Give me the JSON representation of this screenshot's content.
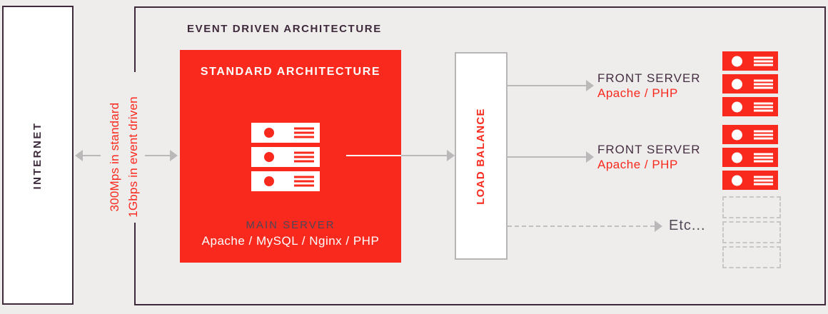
{
  "diagram": {
    "background_color": "#efedec",
    "accent_red": "#f9291d",
    "dark_purple": "#3f2a3c",
    "arrow_gray": "#bab8b8"
  },
  "internet": {
    "label": "INTERNET"
  },
  "bandwidth_note": {
    "line1": "300Mps in standard",
    "line2": "1Gbps in event driven"
  },
  "panel": {
    "title": "EVENT DRIVEN ARCHITECTURE"
  },
  "standard_architecture": {
    "title": "STANDARD ARCHITECTURE",
    "server_name": "MAIN SERVER",
    "server_stack": "Apache / MySQL / Nginx / PHP"
  },
  "load_balance": {
    "label": "LOAD BALANCE"
  },
  "front_servers": [
    {
      "name": "FRONT SERVER",
      "stack": "Apache / PHP"
    },
    {
      "name": "FRONT SERVER",
      "stack": "Apache / PHP"
    }
  ],
  "etc": {
    "label": "Etc..."
  }
}
